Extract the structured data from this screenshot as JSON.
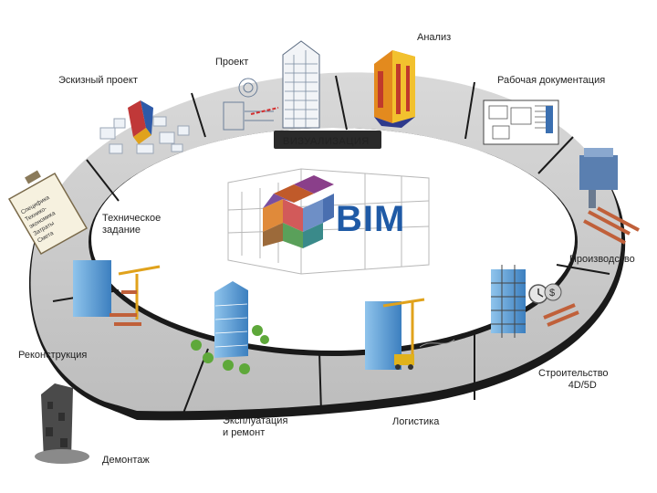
{
  "center": {
    "logo_text": "BIM"
  },
  "ring_text": "ВИЗУАЛИЗАЦИЯ",
  "stages": [
    {
      "id": "sketch",
      "label": "Эскизный проект"
    },
    {
      "id": "project",
      "label": "Проект"
    },
    {
      "id": "analysis",
      "label": "Анализ"
    },
    {
      "id": "working-docs",
      "label": "Рабочая документация"
    },
    {
      "id": "production",
      "label": "Производство"
    },
    {
      "id": "construction",
      "label_line1": "Строительство",
      "label_line2": "4D/5D"
    },
    {
      "id": "logistics",
      "label": "Логистика"
    },
    {
      "id": "operation",
      "label_line1": "Эксплуатация",
      "label_line2": "и ремонт"
    },
    {
      "id": "demolition",
      "label": "Демонтаж"
    },
    {
      "id": "reconstruction",
      "label": "Реконструкция"
    },
    {
      "id": "tech-task",
      "label_line1": "Техническое",
      "label_line2": "задание"
    }
  ],
  "checklist_lines": [
    "Специфика",
    "Технико-",
    "экономика",
    "Затраты",
    "Смета"
  ],
  "colors": {
    "ring": "#c9c9c9",
    "ring_dark": "#1a1a1a",
    "bim_text": "#1f5aa6",
    "glass": "#5a9fd6",
    "crane": "#e0a21c",
    "brick": "#c0603a",
    "tree": "#5ea83a"
  }
}
